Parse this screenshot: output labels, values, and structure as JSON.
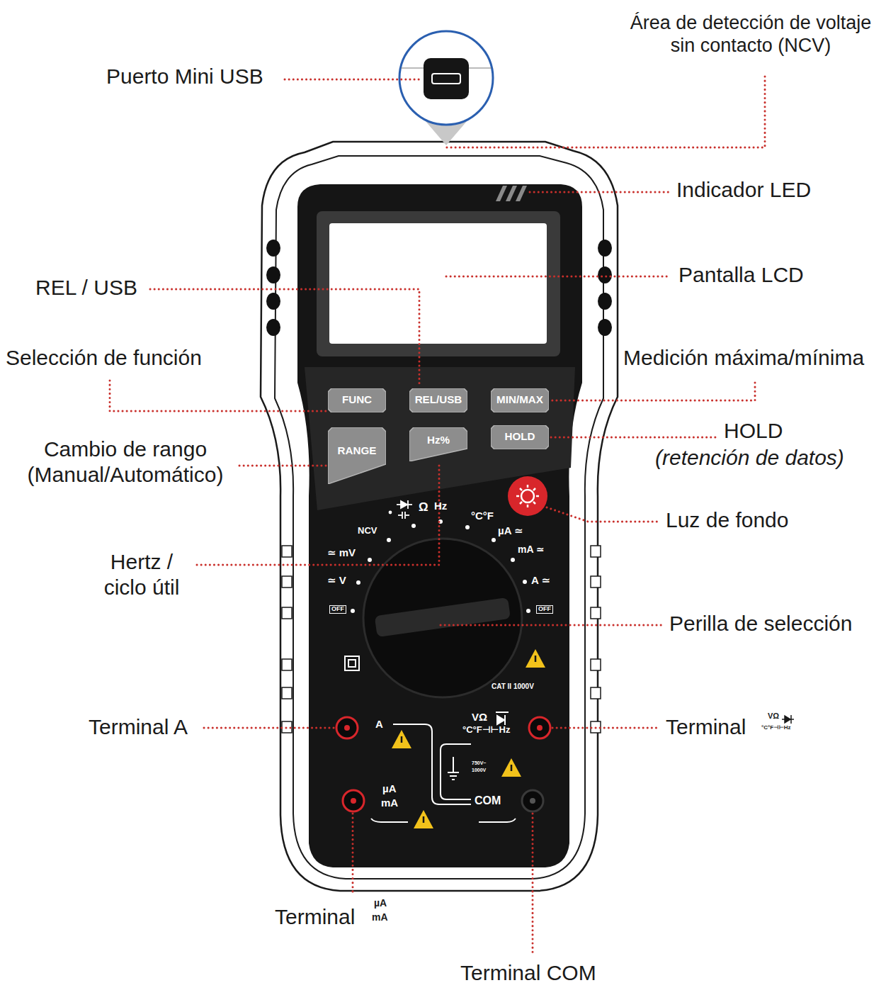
{
  "diagram": {
    "nodes": [
      {
        "text": [
          "FUNC"
        ]
      },
      {
        "text": [
          "REL/USB"
        ]
      },
      {
        "text": [
          "MIN/MAX"
        ]
      },
      {
        "text": [
          "RANGE"
        ]
      },
      {
        "text": [
          "Hz%"
        ]
      },
      {
        "text": [
          "HOLD"
        ]
      }
    ],
    "labels": [
      "Puerto Mini USB",
      "Área de detección de voltaje sin contacto (NCV)",
      "Indicador LED",
      "REL / USB",
      "Pantalla LCD",
      "Selección de función",
      "Medición máxima/mínima",
      "Cambio de rango (Manual/Automático)",
      "HOLD",
      "(retención de datos)",
      "Luz de fondo",
      "Hertz / ciclo útil",
      "Perilla de selección",
      "NCV",
      "Ω",
      "Hz",
      "°C°F",
      "µA ≃",
      "≃ mV",
      "mA ≃",
      "≃ V",
      "A ≃",
      "OFF",
      "OFF",
      "CAT II 1000V",
      "Terminal A",
      "A",
      "VΩ",
      "°C°F⊣⊢Hz",
      "Terminal",
      "VΩ",
      "°C°F⊣⊢Hz",
      "750V~",
      "1000V",
      "µA",
      "mA",
      "COM",
      "Terminal",
      "µA",
      "mA",
      "Terminal COM"
    ]
  }
}
